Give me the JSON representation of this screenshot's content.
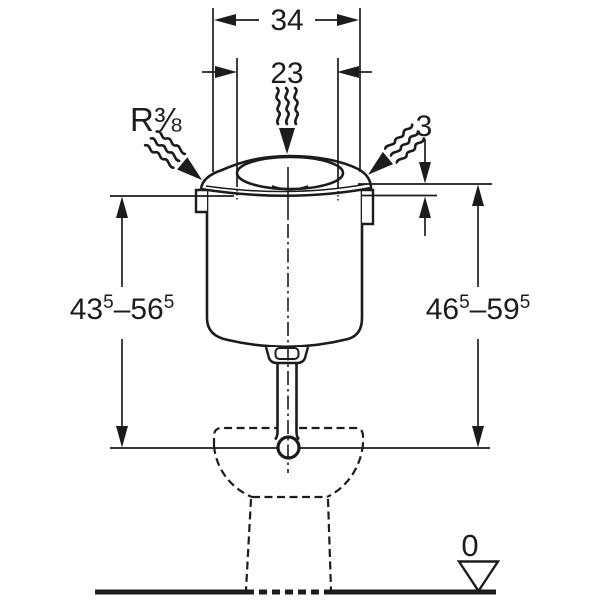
{
  "dims": {
    "outer_width": "34",
    "inner_width": "23",
    "lid_offset": "3",
    "left_height": {
      "from": "43",
      "from_sup": "5",
      "sep": "–",
      "to": "56",
      "to_sup": "5"
    },
    "right_height": {
      "from": "46",
      "from_sup": "5",
      "sep": "–",
      "to": "59",
      "to_sup": "5"
    },
    "floor_level": "0",
    "supply_thread": {
      "prefix": "R",
      "fraction": "⅜"
    }
  },
  "colors": {
    "ink": "#1c1c1c",
    "paper": "#ffffff"
  }
}
